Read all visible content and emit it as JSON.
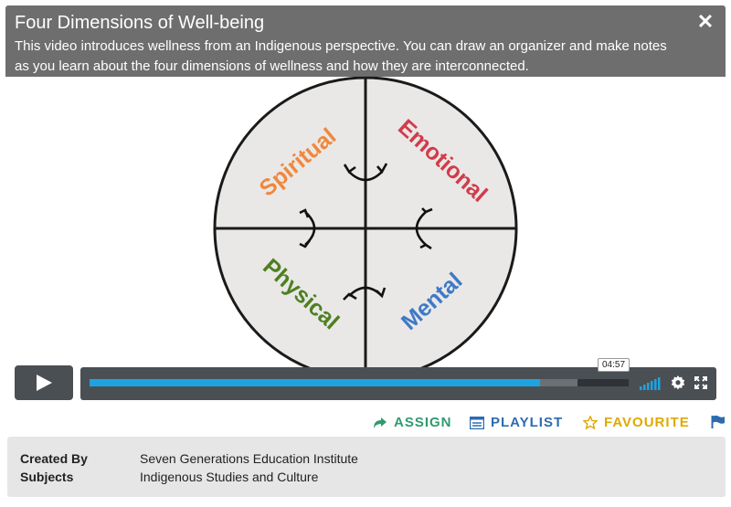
{
  "video": {
    "title": "Four Dimensions of Well-being",
    "description": "This video introduces wellness from an Indigenous perspective. You can draw an organizer and make notes as you learn about the four dimensions of wellness and how they are interconnected."
  },
  "diagram": {
    "quadrants": [
      {
        "label": "Spiritual",
        "color": "#f0883e"
      },
      {
        "label": "Emotional",
        "color": "#d33b4a"
      },
      {
        "label": "Physical",
        "color": "#4f7f22"
      },
      {
        "label": "Mental",
        "color": "#3f79c7"
      }
    ]
  },
  "player": {
    "time_tooltip": "04:57",
    "progress_fraction": 0.835,
    "buffered_fraction": 0.905
  },
  "actions": {
    "assign": "ASSIGN",
    "playlist": "PLAYLIST",
    "favourite": "FAVOURITE"
  },
  "meta": {
    "created_by_label": "Created By",
    "created_by_value": "Seven Generations Education Institute",
    "subjects_label": "Subjects",
    "subjects_value": "Indigenous Studies and Culture"
  },
  "colors": {
    "accent_progress": "#1ea3e0",
    "assign": "#2e9b6e",
    "playlist": "#2d6bb0",
    "favourite": "#e0a800"
  }
}
